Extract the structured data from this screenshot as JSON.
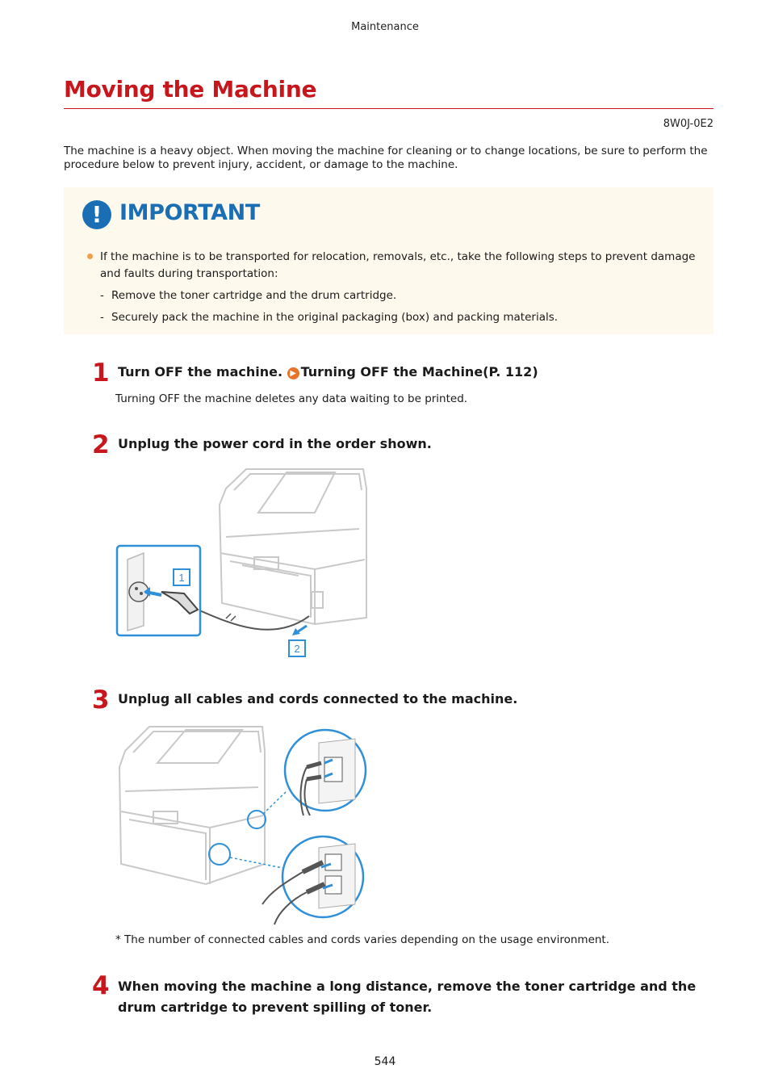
{
  "header": {
    "section": "Maintenance"
  },
  "title": "Moving the Machine",
  "doc_id": "8W0J-0E2",
  "intro": "The machine is a heavy object. When moving the machine for cleaning or to change locations, be sure to perform the procedure below to prevent injury, accident, or damage to the machine.",
  "important": {
    "label": "IMPORTANT",
    "icon": "exclamation-icon",
    "bullet_text": "If the machine is to be transported for relocation, removals, etc., take the following steps to prevent damage and faults during transportation:",
    "sub_items": [
      "Remove the toner cartridge and the drum cartridge.",
      "Securely pack the machine in the original packaging (box) and packing materials."
    ]
  },
  "steps": [
    {
      "number": "1",
      "text": "Turn OFF the machine.",
      "link": "Turning OFF the Machine(P. 112)",
      "description": "Turning OFF the machine deletes any data waiting to be printed."
    },
    {
      "number": "2",
      "text": "Unplug the power cord in the order shown.",
      "figure_labels": [
        "1",
        "2"
      ]
    },
    {
      "number": "3",
      "text": "Unplug all cables and cords connected to the machine.",
      "note": "* The number of connected cables and cords varies depending on the usage environment."
    },
    {
      "number": "4",
      "text": "When moving the machine a long distance, remove the toner cartridge and the drum cartridge to prevent spilling of toner."
    }
  ],
  "page_number": "544",
  "colors": {
    "title": "#c8161d",
    "important": "#1a6fb4",
    "important_bg": "#fdf9ec",
    "figure_accent": "#2f8fd8"
  }
}
